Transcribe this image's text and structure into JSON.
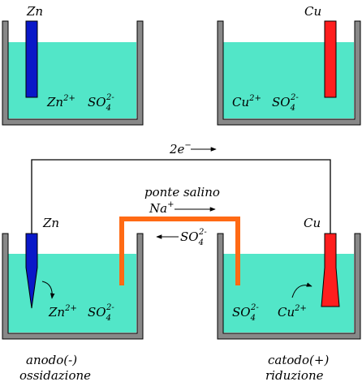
{
  "colors": {
    "solution": "#52E6C8",
    "zinc": "#0A18C8",
    "copper": "#FF1E1E",
    "bridge": "#FF6A14",
    "beaker": "#888888",
    "wire": "#000000"
  },
  "top_left": {
    "electrode": "Zn",
    "ion1": "Zn",
    "ion1_charge": "2+",
    "ion2": "SO",
    "ion2_sub": "4",
    "ion2_charge": "2-"
  },
  "top_right": {
    "electrode": "Cu",
    "ion1": "Cu",
    "ion1_charge": "2+",
    "ion2": "SO",
    "ion2_sub": "4",
    "ion2_charge": "2-"
  },
  "circuit": {
    "electron_flow": "2e",
    "electron_charge": "−"
  },
  "bridge": {
    "title": "ponte salino",
    "cation": "Na",
    "cation_charge": "+",
    "anion": "SO",
    "anion_sub": "4",
    "anion_charge": "2-"
  },
  "anode_cell": {
    "electrode": "Zn",
    "ion1": "Zn",
    "ion1_charge": "2+",
    "ion2": "SO",
    "ion2_sub": "4",
    "ion2_charge": "2-",
    "caption_line1": "anodo(-)",
    "caption_line2": "ossidazione"
  },
  "cathode_cell": {
    "electrode": "Cu",
    "ion1": "SO",
    "ion1_sub": "4",
    "ion1_charge": "2-",
    "ion2": "Cu",
    "ion2_charge": "2+",
    "caption_line1": "catodo(+)",
    "caption_line2": "riduzione"
  }
}
